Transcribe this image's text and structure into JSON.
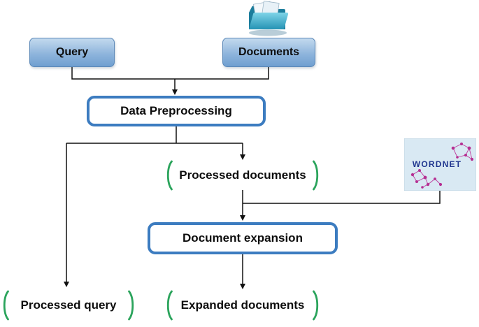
{
  "diagram": {
    "nodes": {
      "query": "Query",
      "documents": "Documents",
      "preprocessing": "Data Preprocessing",
      "processed_documents": "Processed documents",
      "expansion": "Document expansion",
      "processed_query": "Processed query",
      "expanded_documents": "Expanded documents"
    },
    "wordnet": {
      "label": "WORDNET"
    },
    "colors": {
      "input_fill_top": "#c3daee",
      "input_fill_bottom": "#6f9fd0",
      "input_border": "#5b88b8",
      "process_border": "#3c7cc0",
      "bracket_green": "#2ba45c",
      "arrow": "#111111",
      "wordnet_bg": "#d9e9f3",
      "wordnet_text": "#20368f",
      "wordnet_graph": "#bb3a98",
      "folder_teal": "#2593b4"
    }
  }
}
